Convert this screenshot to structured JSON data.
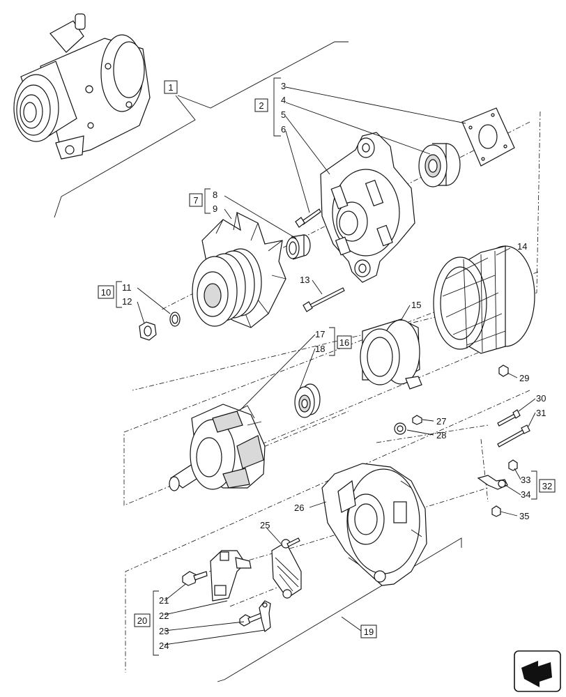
{
  "diagram": {
    "assemblies": [
      {
        "id": "1",
        "label": "1"
      },
      {
        "id": "2",
        "label": "2"
      },
      {
        "id": "7",
        "label": "7"
      },
      {
        "id": "10",
        "label": "10"
      },
      {
        "id": "16",
        "label": "16"
      },
      {
        "id": "19",
        "label": "19"
      },
      {
        "id": "20",
        "label": "20"
      },
      {
        "id": "32",
        "label": "32"
      }
    ],
    "callouts": [
      "3",
      "4",
      "5",
      "6",
      "8",
      "9",
      "11",
      "12",
      "13",
      "14",
      "15",
      "17",
      "18",
      "21",
      "22",
      "23",
      "24",
      "25",
      "26",
      "27",
      "28",
      "29",
      "30",
      "31",
      "33",
      "34",
      "35"
    ],
    "icons": [
      "nav-arrow-icon"
    ]
  }
}
